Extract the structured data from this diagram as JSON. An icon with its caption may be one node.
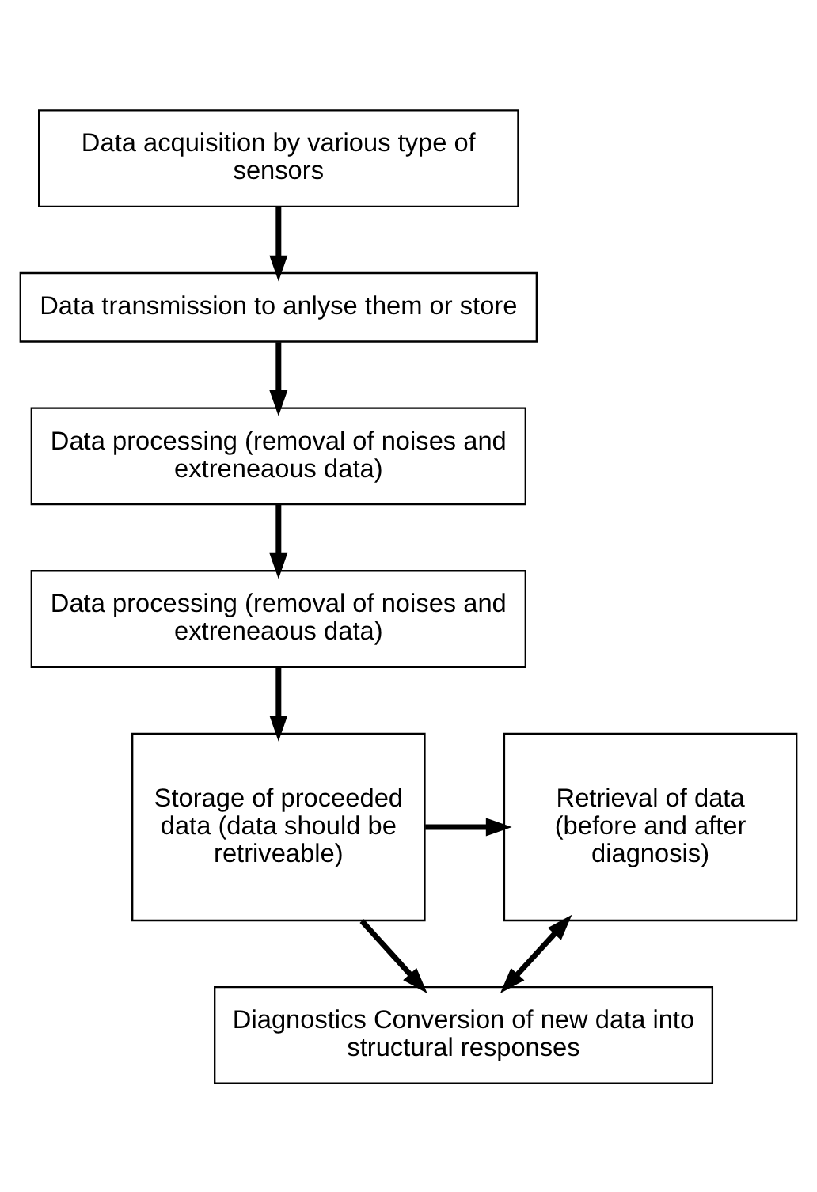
{
  "diagram": {
    "nodes": [
      {
        "text": [
          "Data acquisition by various type of sensors"
        ]
      },
      {
        "text": [
          "Data transmission to anlyse them or store"
        ]
      },
      {
        "text": [
          "Data processing (removal of noises and extreneaous data)"
        ]
      },
      {
        "text": [
          "Data processing (removal of noises and extreneaous data)"
        ]
      },
      {
        "text": [
          "Storage of proceeded data (data should be retriveable)"
        ]
      },
      {
        "text": [
          "Retrieval of data (before and after diagnosis)"
        ]
      },
      {
        "text": [
          "Diagnostics Conversion of new data into structural responses"
        ]
      }
    ],
    "edges": [
      {
        "from": 0,
        "to": 1,
        "arrow": "to"
      },
      {
        "from": 1,
        "to": 2,
        "arrow": "to"
      },
      {
        "from": 2,
        "to": 3,
        "arrow": "to"
      },
      {
        "from": 3,
        "to": 4,
        "arrow": "to"
      },
      {
        "from": 4,
        "to": 5,
        "arrow": "to"
      },
      {
        "from": 4,
        "to": 6,
        "arrow": "to"
      },
      {
        "from": 5,
        "to": 6,
        "arrow": "both"
      }
    ]
  }
}
